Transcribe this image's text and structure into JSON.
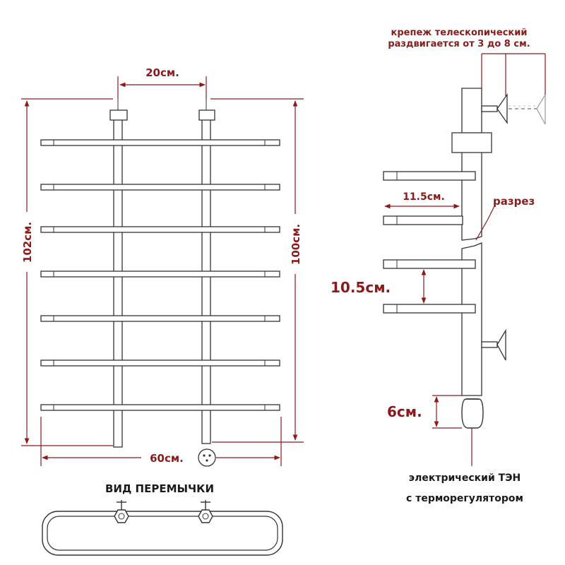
{
  "labels": {
    "spacing_top": "20см.",
    "height_total": "102см.",
    "height_inner": "100см.",
    "width": "60см.",
    "jumper_title": "ВИД ПЕРЕМЫЧКИ",
    "mount_line1": "крепеж телескопический",
    "mount_line2": "раздвигается от 3 до 8 см.",
    "bar_depth": "11.5см.",
    "cut": "разрез",
    "bar_gap": "10.5см.",
    "heater_len": "6см.",
    "heater_line1": "электрический  ТЭН",
    "heater_line2": "с терморегулятором"
  },
  "colors": {
    "dimension": "#8b1a1a",
    "outline": "#333333",
    "text_dark": "#1a1a1a"
  }
}
